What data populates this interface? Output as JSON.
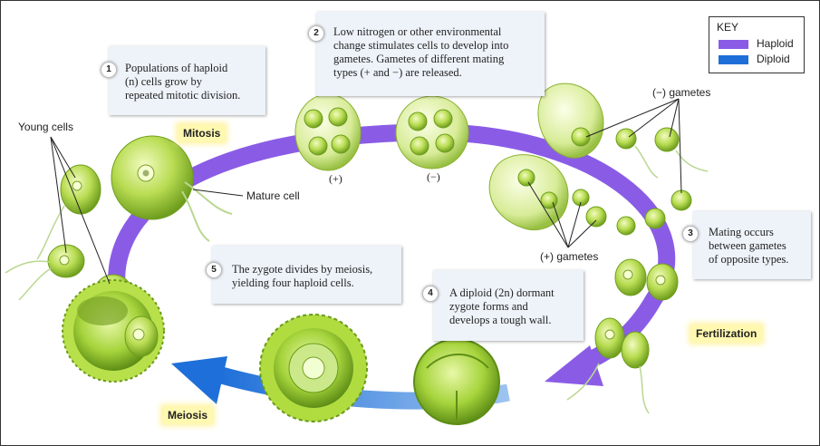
{
  "key": {
    "title": "KEY",
    "items": [
      {
        "label": "Haploid",
        "color": "#8a5ce6"
      },
      {
        "label": "Diploid",
        "color": "#1e6fd9"
      }
    ]
  },
  "steps": [
    {
      "num": "1",
      "lines": [
        "Populations of haploid",
        "(n) cells grow by",
        "repeated mitotic division."
      ]
    },
    {
      "num": "2",
      "lines": [
        "Low nitrogen or other environmental",
        "change stimulates cells to develop into",
        "gametes. Gametes of different mating",
        "types (+ and −) are released."
      ]
    },
    {
      "num": "3",
      "lines": [
        "Mating occurs",
        "between gametes",
        "of opposite types."
      ]
    },
    {
      "num": "4",
      "lines": [
        "A diploid (2n) dormant",
        "zygote forms and",
        "develops a tough wall."
      ]
    },
    {
      "num": "5",
      "lines": [
        "The zygote divides by meiosis,",
        "yielding four haploid cells."
      ]
    }
  ],
  "stages": {
    "mitosis": "Mitosis",
    "fertilization": "Fertilization",
    "meiosis": "Meiosis"
  },
  "labels": {
    "young_cells": "Young cells",
    "mature_cell": "Mature cell",
    "minus_gametes": "(−) gametes",
    "plus_gametes": "(+) gametes",
    "plus_sign": "(+)",
    "minus_sign": "(−)"
  },
  "colors": {
    "haploid": "#8a5ce6",
    "diploid": "#1e6fd9",
    "cell_green": "#9ccc3a"
  }
}
